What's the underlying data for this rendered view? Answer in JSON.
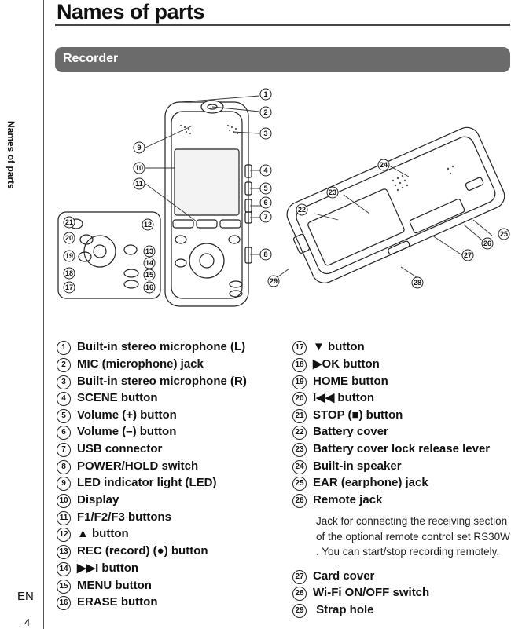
{
  "page": {
    "title": "Names of parts",
    "section": "Recorder",
    "side_label": "Names of parts",
    "language": "EN",
    "page_number": "4"
  },
  "callouts": [
    "1",
    "2",
    "3",
    "4",
    "5",
    "6",
    "7",
    "8",
    "9",
    "10",
    "11",
    "12",
    "13",
    "14",
    "15",
    "16",
    "17",
    "18",
    "19",
    "20",
    "21",
    "22",
    "23",
    "24",
    "25",
    "26",
    "27",
    "28",
    "29"
  ],
  "left_items": [
    {
      "num": "1",
      "label": "Built-in stereo microphone (L)"
    },
    {
      "num": "2",
      "label": "MIC (microphone) jack"
    },
    {
      "num": "3",
      "label": "Built-in stereo microphone (R)"
    },
    {
      "num": "4",
      "label": "SCENE button"
    },
    {
      "num": "5",
      "label": "Volume (+) button"
    },
    {
      "num": "6",
      "label": "Volume (–) button"
    },
    {
      "num": "7",
      "label": "USB connector"
    },
    {
      "num": "8",
      "label": "POWER/HOLD switch"
    },
    {
      "num": "9",
      "label": "LED indicator light (LED)"
    },
    {
      "num": "10",
      "label": "Display"
    },
    {
      "num": "11",
      "label": "F1/F2/F3 buttons"
    },
    {
      "num": "12",
      "label": "▲ button"
    },
    {
      "num": "13",
      "label": "REC (record) (●) button"
    },
    {
      "num": "14",
      "label": "▶▶I button"
    },
    {
      "num": "15",
      "label": "MENU button"
    },
    {
      "num": "16",
      "label": "ERASE button"
    }
  ],
  "right_items": [
    {
      "num": "17",
      "label": "▼ button"
    },
    {
      "num": "18",
      "label": "▶OK button"
    },
    {
      "num": "19",
      "label": "HOME button"
    },
    {
      "num": "20",
      "label": "I◀◀ button"
    },
    {
      "num": "21",
      "label": "STOP (■) button"
    },
    {
      "num": "22",
      "label": "Battery cover"
    },
    {
      "num": "23",
      "label": "Battery cover lock release lever"
    },
    {
      "num": "24",
      "label": "Built-in speaker"
    },
    {
      "num": "25",
      "label": "EAR (earphone) jack"
    },
    {
      "num": "26",
      "label": "Remote jack"
    },
    {
      "num": "27",
      "label": "Card cover"
    },
    {
      "num": "28",
      "label": "Wi-Fi ON/OFF switch"
    },
    {
      "num": "29",
      "label": " Strap hole"
    }
  ],
  "remote_jack_desc": "Jack for connecting the receiving section of the optional remote control set RS30W . You can start/stop recording remotely."
}
